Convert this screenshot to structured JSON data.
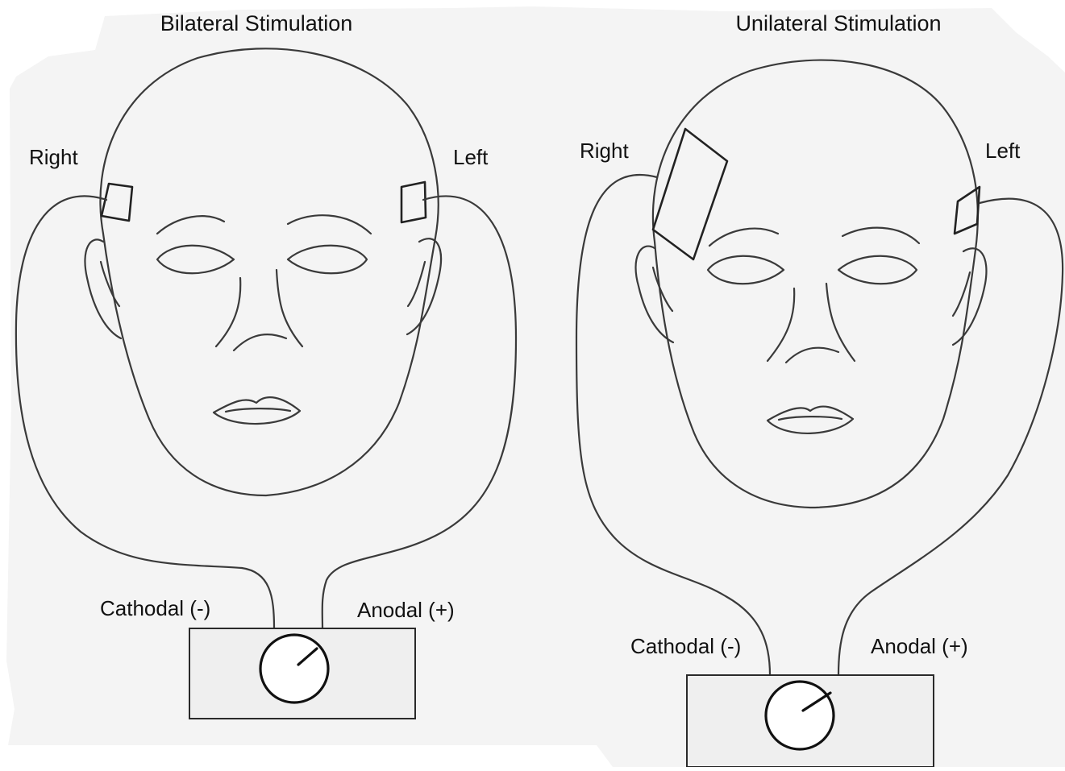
{
  "panels": [
    {
      "title": "Bilateral Stimulation",
      "right_label": "Right",
      "left_label": "Left",
      "cathodal_label": "Cathodal (-)",
      "anodal_label": "Anodal (+)"
    },
    {
      "title": "Unilateral Stimulation",
      "right_label": "Right",
      "left_label": "Left",
      "cathodal_label": "Cathodal (-)",
      "anodal_label": "Anodal (+)"
    }
  ],
  "colors": {
    "paper": "#f4f4f4",
    "ink": "#3a3a3a",
    "device_fill": "#efefef"
  }
}
